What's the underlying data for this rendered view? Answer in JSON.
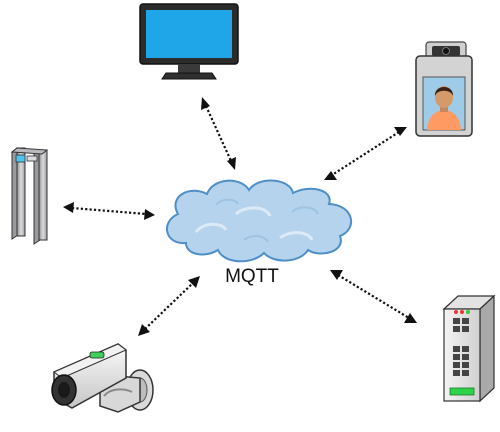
{
  "hub": {
    "label": "MQTT",
    "icon": "cloud-icon"
  },
  "devices": [
    {
      "name": "monitor",
      "icon": "monitor-icon"
    },
    {
      "name": "face-recognition-terminal",
      "icon": "face-terminal-icon"
    },
    {
      "name": "walk-through-metal-detector",
      "icon": "metal-detector-gate-icon"
    },
    {
      "name": "security-camera",
      "icon": "security-camera-icon"
    },
    {
      "name": "server",
      "icon": "server-icon"
    }
  ],
  "connections": {
    "style": "dotted-bidirectional"
  },
  "colors": {
    "cloud_fill": "#b5d3ec",
    "cloud_stroke": "#4f8fc8",
    "screen_blue": "#1fa6e8",
    "device_gray": "#c8c8c8",
    "camera_led": "#3fd05a",
    "server_green": "#2fd34a",
    "skin": "#d49a6a",
    "shirt": "#ff9a63"
  }
}
